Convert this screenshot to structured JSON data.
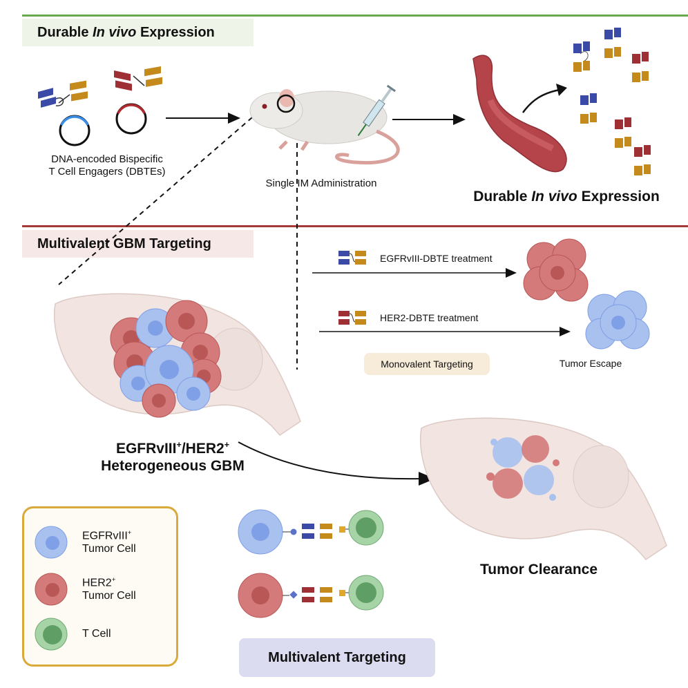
{
  "sections": {
    "top": {
      "title_prefix": "Durable ",
      "title_italic": "In vivo",
      "title_suffix": " Expression",
      "rule_color": "#6aa84f",
      "title_bg": "#eef5e8"
    },
    "bottom": {
      "title": "Multivalent GBM Targeting",
      "rule_color": "#a33a35",
      "title_bg": "#f6e8e6"
    }
  },
  "top_panel": {
    "dbte_label_line1": "DNA-encoded Bispecific",
    "dbte_label_line2": "T Cell Engagers (DBTEs)",
    "administration_label": "Single IM Administration",
    "expression_prefix": "Durable ",
    "expression_italic": "In vivo",
    "expression_suffix": " Expression"
  },
  "monovalent": {
    "egfr_treatment": "EGFRvIII-DBTE treatment",
    "her2_treatment": "HER2-DBTE treatment",
    "badge": "Monovalent Targeting",
    "badge_bg": "#f7ecd9",
    "outcome": "Tumor Escape"
  },
  "gbm": {
    "label_line1_a": "EGFRvIII",
    "label_line1_sup1": "+",
    "label_line1_b": "/HER2",
    "label_line1_sup2": "+",
    "label_line2": "Heterogeneous GBM"
  },
  "multivalent": {
    "badge": "Multivalent Targeting",
    "badge_bg": "#dcdcf0",
    "outcome": "Tumor Clearance"
  },
  "legend": {
    "items": [
      {
        "name": "EGFRvIII",
        "sup": "+",
        "line2": "Tumor Cell",
        "color": "#a9c1ef"
      },
      {
        "name": "HER2",
        "sup": "+",
        "line2": "Tumor Cell",
        "color": "#d47a7a"
      },
      {
        "name": "T Cell",
        "sup": "",
        "line2": "",
        "color": "#9fcc9f"
      }
    ],
    "border_color": "#d9a93a"
  },
  "colors": {
    "egfr_domain": "#3a4aa6",
    "her2_domain": "#9e2f35",
    "cd3_domain": "#c58a1c",
    "egfr_cell": "#a9c1ef",
    "egfr_nucleus": "#7f9fe6",
    "her2_cell": "#d47a7a",
    "her2_nucleus": "#b95656",
    "tcell_outer": "#a7d4a7",
    "tcell_inner": "#5f9f66",
    "brain": "#f1e4e1",
    "vessel": "#b4444a"
  }
}
